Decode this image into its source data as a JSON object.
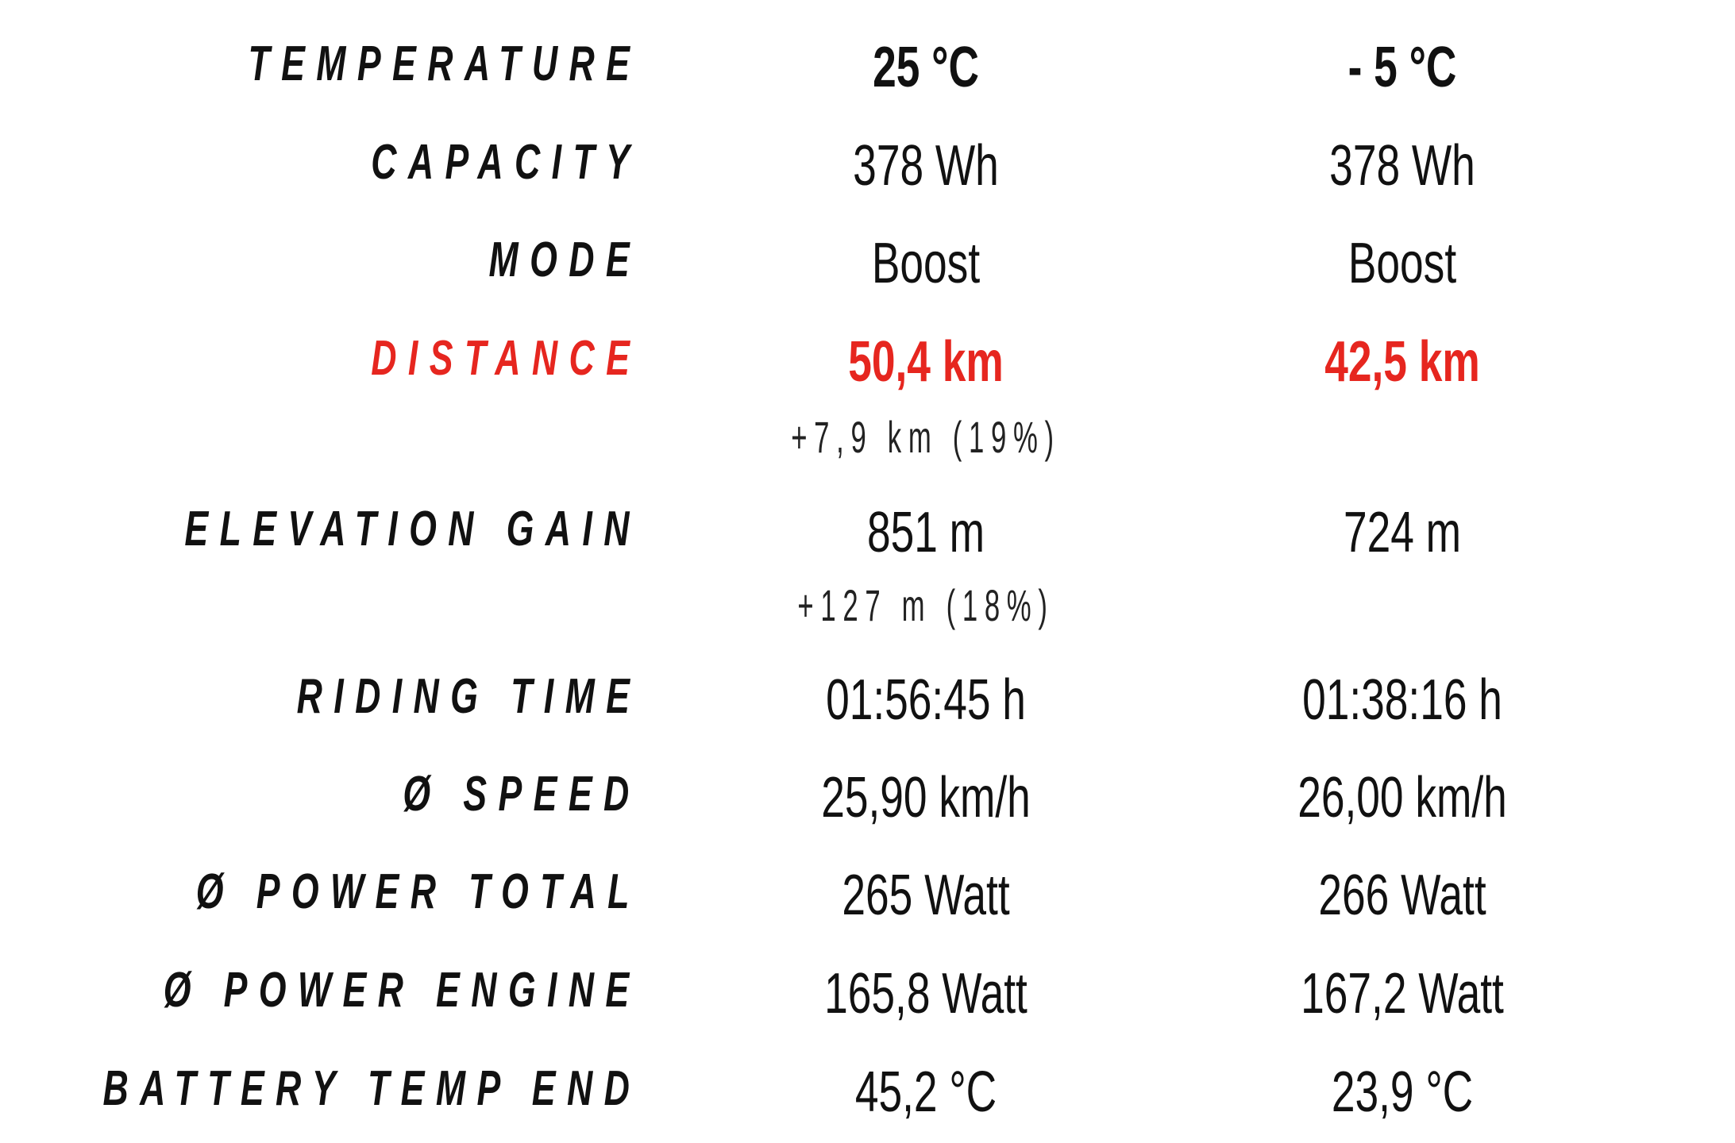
{
  "rows": [
    {
      "label": "TEMPERATURE",
      "v1": "25 °C",
      "v2": "- 5 °C"
    },
    {
      "label": "CAPACITY",
      "v1": "378 Wh",
      "v2": "378 Wh"
    },
    {
      "label": "MODE",
      "v1": "Boost",
      "v2": "Boost"
    },
    {
      "label": "DISTANCE",
      "v1": "50,4 km",
      "v2": "42,5 km",
      "sub1": "+7,9 km (19%)"
    },
    {
      "label": "ELEVATION GAIN",
      "v1": "851 m",
      "v2": "724 m",
      "sub1": "+127 m (18%)"
    },
    {
      "label": "RIDING TIME",
      "v1": "01:56:45 h",
      "v2": "01:38:16 h"
    },
    {
      "label": "Ø SPEED",
      "v1": "25,90 km/h",
      "v2": "26,00 km/h"
    },
    {
      "label": "Ø POWER TOTAL",
      "v1": "265 Watt",
      "v2": "266 Watt"
    },
    {
      "label": "Ø POWER ENGINE",
      "v1": "165,8 Watt",
      "v2": "167,2 Watt"
    },
    {
      "label": "BATTERY TEMP END",
      "v1": "45,2 °C",
      "v2": "23,9 °C"
    }
  ],
  "colors": {
    "text": "#111111",
    "highlight": "#e6261f",
    "background": "#ffffff"
  }
}
